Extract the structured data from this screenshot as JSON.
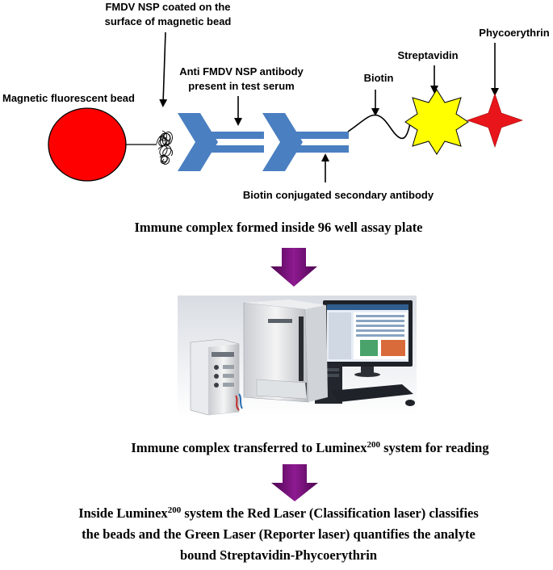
{
  "labels": {
    "fmdv_line1": "FMDV NSP coated on the",
    "fmdv_line2": "surface of magnetic bead",
    "anti_line1": "Anti FMDV NSP antibody",
    "anti_line2": "present in test serum",
    "magnetic_bead": "Magnetic fluorescent bead",
    "biotin": "Biotin",
    "streptavidin": "Streptavidin",
    "phycoerythrin": "Phycoerythrin",
    "secondary_antibody": "Biotin conjugated secondary antibody"
  },
  "captions": {
    "step1": "Immune complex formed inside 96 well assay plate",
    "step2_prefix": "Immune complex transferred to Luminex",
    "step2_sup": "200",
    "step2_suffix": " system for reading",
    "step3_l1_prefix": "Inside Luminex",
    "step3_l1_sup": "200",
    "step3_l1_suffix": " system the Red Laser (Classification laser) classifies",
    "step3_l2": "the beads and  the Green Laser (Reporter laser) quantifies the analyte",
    "step3_l3": "bound Streptavidin-Phycoerythrin"
  },
  "colors": {
    "bead": "#ff0000",
    "antibody": "#4a7fc1",
    "streptavidin": "#ffff00",
    "phycoerythrin": "#e8161b",
    "arrow_purple": "#7b0f7d"
  },
  "icons": {
    "flow_arrow": "down-arrow-icon",
    "instrument": "luminex-instrument-illustration"
  }
}
